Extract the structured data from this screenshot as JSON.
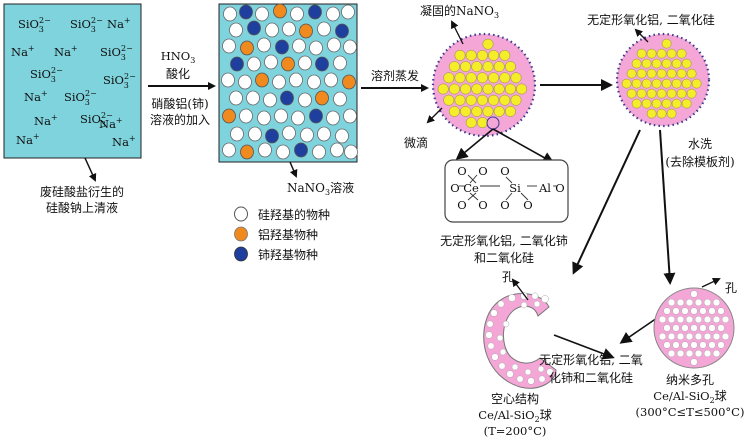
{
  "colors": {
    "teal": "#7ed3dd",
    "pink": "#f4a6d7",
    "yellow": "#f5ec2a",
    "orange": "#f08a1e",
    "blue": "#1f3f9e",
    "white": "#ffffff",
    "dot_border": "#3a3a8a",
    "arrow": "#111111"
  },
  "box1": {
    "ions": [
      "SiO",
      "SiO",
      "Na",
      "Na",
      "Na",
      "SiO",
      "SiO",
      "SiO",
      "Na",
      "SiO",
      "Na",
      "SiO",
      "Na",
      "Na",
      "Na"
    ],
    "sio_sub": "3",
    "sio_sup": "2−",
    "na_sup": "+",
    "caption_line1": "废硅酸盐衍生的",
    "caption_line2": "硅酸钠上清液"
  },
  "step1": {
    "reagent": "HNO",
    "reagent_sub": "3",
    "label1": "酸化",
    "label2_line1": "硝酸铝(铈)",
    "label2_line2": "溶液的加入"
  },
  "box2": {
    "nano3_prefix": "NaNO",
    "nano3_sub": "3",
    "nano3_suffix": "溶液"
  },
  "legend": [
    {
      "label": "硅羟基的物种",
      "color": "white"
    },
    {
      "label": "铝羟基物种",
      "color": "orange"
    },
    {
      "label": "铈羟基物种",
      "color": "blue"
    }
  ],
  "step2": {
    "label": "溶剂蒸发",
    "solid_prefix": "凝固的NaNO",
    "solid_sub": "3",
    "droplet": "微滴"
  },
  "structure_box": {
    "atoms": [
      "O",
      "O",
      "O",
      "Ce",
      "Si",
      "Al",
      "O",
      "O",
      "O",
      "O",
      "O",
      "O"
    ],
    "caption_line1": "无定形氧化铝, 二氧化铈",
    "caption_line2": "和二氧化硅"
  },
  "step3": {
    "top_label": "无定形氧化铝, 二氧化硅",
    "wash": "水洗",
    "wash_note": "(去除模板剂)"
  },
  "products": {
    "pore_left": "孔",
    "pore_right": "孔",
    "mid_label_line1": "无定形氧化铝, 二氧",
    "mid_label_line2": "化铈和二氧化硅",
    "hollow": {
      "line1": "空心结构",
      "line2_prefix": "Ce/Al-SiO",
      "line2_sub": "2",
      "line2_suffix": "球",
      "line3": "(T=200°C)"
    },
    "nano": {
      "line1": "纳米多孔",
      "line2_prefix": "Ce/Al-SiO",
      "line2_sub": "2",
      "line2_suffix": "球",
      "line3": "(300°C≤T≤500°C)"
    }
  }
}
